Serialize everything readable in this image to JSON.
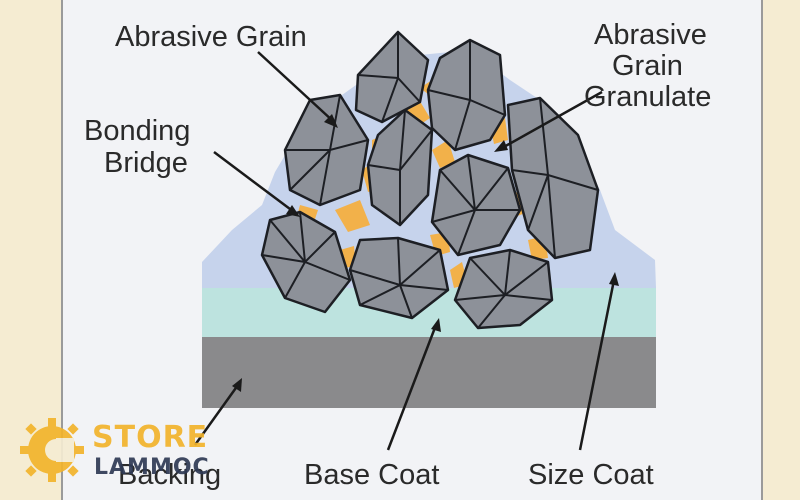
{
  "labels": {
    "abrasive_grain": "Abrasive Grain",
    "abrasive_grain_granulate": [
      "Abrasive",
      "Grain",
      "Granulate"
    ],
    "bonding_bridge": [
      "Bonding",
      "Bridge"
    ],
    "backing": "Backing",
    "base_coat": "Base Coat",
    "size_coat": "Size Coat"
  },
  "watermark": {
    "line1": "STORE",
    "line2": "LAMMOC"
  },
  "colors": {
    "frame_background": "#f5ecd2",
    "panel_background": "#f2f3f6",
    "backing": "#8a8a8c",
    "base_coat": "#bde3df",
    "size_coat": "#c6d3ec",
    "grain": "#8d9199",
    "bonding_bridge": "#f2b14a",
    "watermark_gold": "#f2b42c"
  }
}
